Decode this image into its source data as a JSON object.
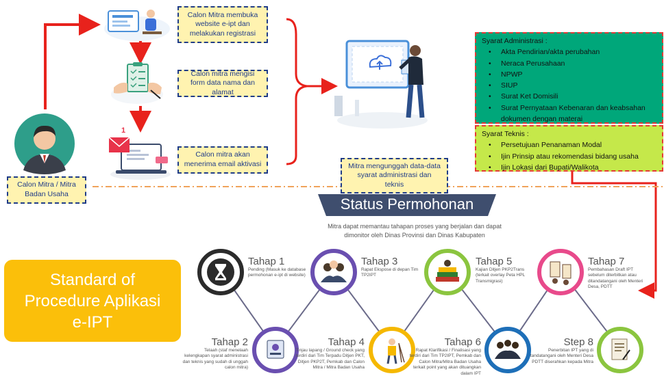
{
  "top_flow": {
    "step1": "Calon Mitra membuka website e-ipt dan melakukan registrasi",
    "step2": "Calon mitra mengisi form data nama dan alamat",
    "step3": "Calon mitra akan menerima email aktivasi",
    "user_label": "Calon Mitra / Mitra Badan Usaha",
    "upload_label": "Mitra mengunggah data-data syarat administrasi dan teknis",
    "email_badge": "1"
  },
  "admin": {
    "title": "Syarat Administrasi :",
    "items": [
      "Akta Pendirian/akta perubahan",
      "Neraca Perusahaan",
      "NPWP",
      "SIUP",
      "Surat Ket Domisili",
      "Surat Pernyataan Kebenaran dan keabsahan dokumen dengan materai"
    ]
  },
  "tech": {
    "title": "Syarat Teknis :",
    "items": [
      "Persetujuan Penanaman Modal",
      "Ijin Prinsip atau rekomendasi bidang usaha",
      "Ijin Lokasi dari Bupati/Walikota"
    ]
  },
  "status": {
    "title": "Status Permohonan",
    "subtitle1": "Mitra dapat memantau tahapan proses yang berjalan dan dapat",
    "subtitle2": "dimonitor oleh Dinas Provinsi dan Dinas Kabupaten"
  },
  "sop": {
    "line1": "Standard of",
    "line2": "Procedure Aplikasi",
    "line3": "e-IPT"
  },
  "steps": [
    {
      "title": "Tahap 1",
      "desc": "Pending (Masuk ke database permohonan e-ipt di website)"
    },
    {
      "title": "Tahap 2",
      "desc": "Telaah (staf menelaah kelengkapan syarat administrasi dan teknis yang sudah di unggah calon mitra)"
    },
    {
      "title": "Tahap 3",
      "desc": "Rapat Ekspose di depan Tim TP2IPT"
    },
    {
      "title": "Tahap 4",
      "desc": "Tinjau lapang / Ground check yang terdiri dari Tim Terpadu Ditjen PKT, Ditjen PKP2T, Pemkab dan Calon Mitra / Mitra Badan Usaha"
    },
    {
      "title": "Tahap 5",
      "desc": "Kajian Ditjen PKP2Trans (terkait overlay Peta HPL Transmigrasi)"
    },
    {
      "title": "Tahap 6",
      "desc": "Rapat Klarifikasi / Finalisasi yang terdiri dari Tim TP2IPT, Pemkab dan Calon Mitra/Mitra Badan Usaha terkait point yang akan dituangkan dalam IPT"
    },
    {
      "title": "Tahap 7",
      "desc": "Pembahasan Draft IPT sebelum diterbitkan atau ditandatangani oleh Menteri Desa, PDTT"
    },
    {
      "title": "Step 8",
      "desc": "Penerbitan IPT yang di tandatangani oleh Menteri Desa PDTT diserahkan kepada Mitra"
    }
  ],
  "colors": {
    "arrow": "#e8221c",
    "box_border": "#1f3c88",
    "admin_bg": "#00a77a",
    "tech_bg": "#c5e84a",
    "sop_bg": "#fbbf0a",
    "title_banner": "#3f4e6e",
    "c1": "#2b2b2b",
    "c2": "#6a4fb0",
    "c3": "#6a4fb0",
    "c4": "#f5b800",
    "c5": "#8bc53f",
    "c6": "#1e6fb8",
    "c7": "#e84a8b",
    "c8": "#8bc53f"
  }
}
